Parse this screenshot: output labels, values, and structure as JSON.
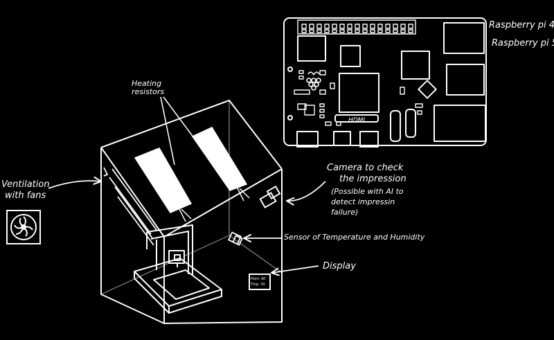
{
  "colors": {
    "background": "#000000",
    "ink": "#ffffff"
  },
  "labels": {
    "raspberry_pi_4": "Raspberry pi 4",
    "raspberry_pi_5": "Raspberry pi 5",
    "hdmi": "HDMI",
    "heating_line1": "Heating",
    "heating_line2": "resistors",
    "ventilation_line1": "Ventilation",
    "ventilation_line2": "with fans",
    "camera_line1": "Camera to check",
    "camera_line2": "the impression",
    "camera_note_line1": "(Possible with AI to",
    "camera_note_line2": "detect impressin",
    "camera_note_line3": "failure)",
    "sensor": "Sensor of Temperature and Humidity",
    "display": "Display",
    "display_screen_line1": "Hum: 90",
    "display_screen_line2": "Tmp: 30"
  },
  "icons": {
    "fan": "fan-icon",
    "raspberry_logo": "raspberry-logo-icon",
    "camera": "camera-icon",
    "sensor": "sensor-icon"
  }
}
